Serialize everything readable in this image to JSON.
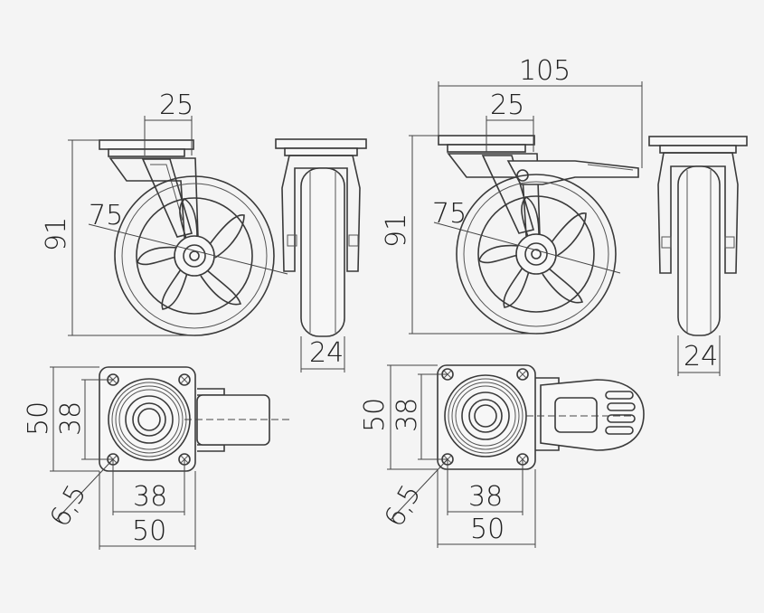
{
  "left_swivel_caster": {
    "top_plate_offset": "25",
    "wheel_diameter": "75",
    "total_height": "91",
    "wheel_width": "24",
    "plate_width": "50",
    "plate_depth": "50",
    "hole_spacing_x": "38",
    "hole_spacing_y": "38",
    "hole_diameter": "6,5"
  },
  "right_brake_caster": {
    "overall_length": "105",
    "top_plate_offset": "25",
    "wheel_diameter": "75",
    "total_height": "91",
    "wheel_width": "24",
    "plate_width": "50",
    "plate_depth": "50",
    "hole_spacing_x": "38",
    "hole_spacing_y": "38",
    "hole_diameter": "6,5"
  }
}
